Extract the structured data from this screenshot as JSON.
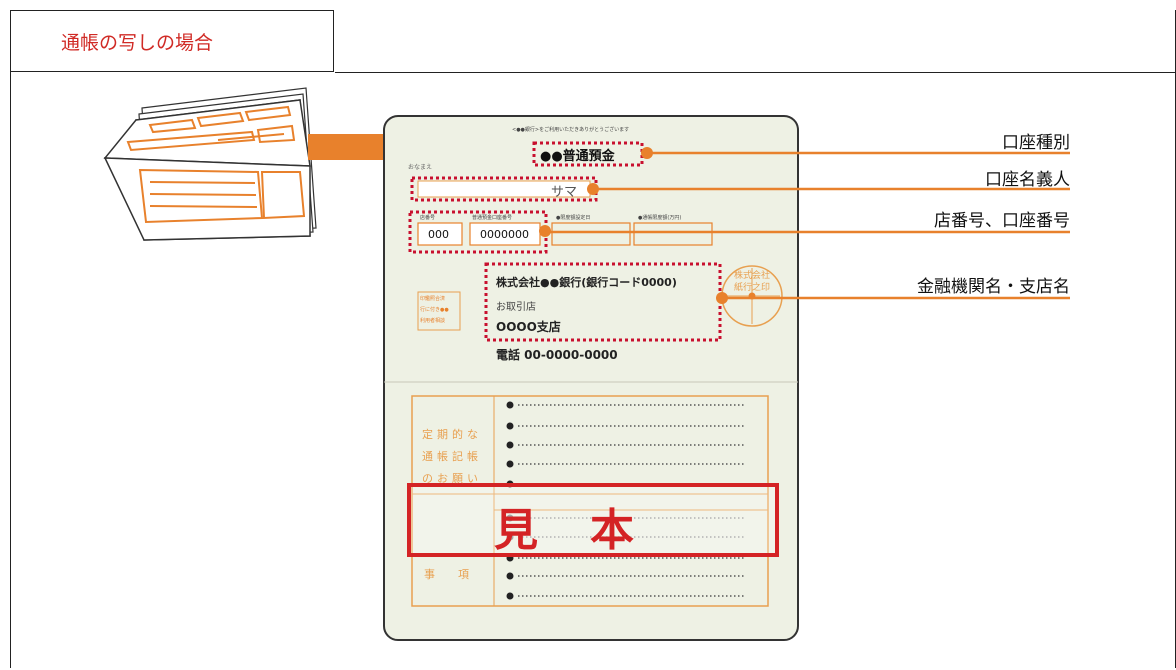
{
  "section_title": "通帳の写しの場合",
  "labels": {
    "account_type": "口座種別",
    "account_holder": "口座名義人",
    "branch_account_number": "店番号、口座番号",
    "institution_branch": "金融機関名・支店名"
  },
  "passbook": {
    "notice": "<●●銀行>をご利用いただきありがとうございます",
    "account_type": "●●普通預金",
    "holder_prefix": "おなまえ",
    "holder_suffix": "サマ",
    "col_branch_no": "店番号",
    "col_account_no": "普通預金口座番号",
    "col_limit_date": "●限度額設定日",
    "col_limit_amount": "●通帳限度額(万円)",
    "branch_no": "000",
    "account_no": "0000000",
    "bank_name": "株式会社●●銀行(銀行コード0000)",
    "trading_branch_label": "お取引店",
    "branch_name": "OOOO支店",
    "phone": "電話 00-0000-0000",
    "seal_text": "株式会社 紙行之印",
    "side_note_1": "印鑑照合済",
    "side_note_2": "行に付き●●",
    "side_note_3": "利用者相談",
    "lower_left_title": "定期的な通帳記帳のお願い",
    "lower_left_title_2": "事　項",
    "stamp": "見　本"
  },
  "colors": {
    "accent_orange": "#e8812c",
    "stamp_red": "#d42325",
    "dotted_red": "#c8102e",
    "paper": "#eef1e4"
  }
}
